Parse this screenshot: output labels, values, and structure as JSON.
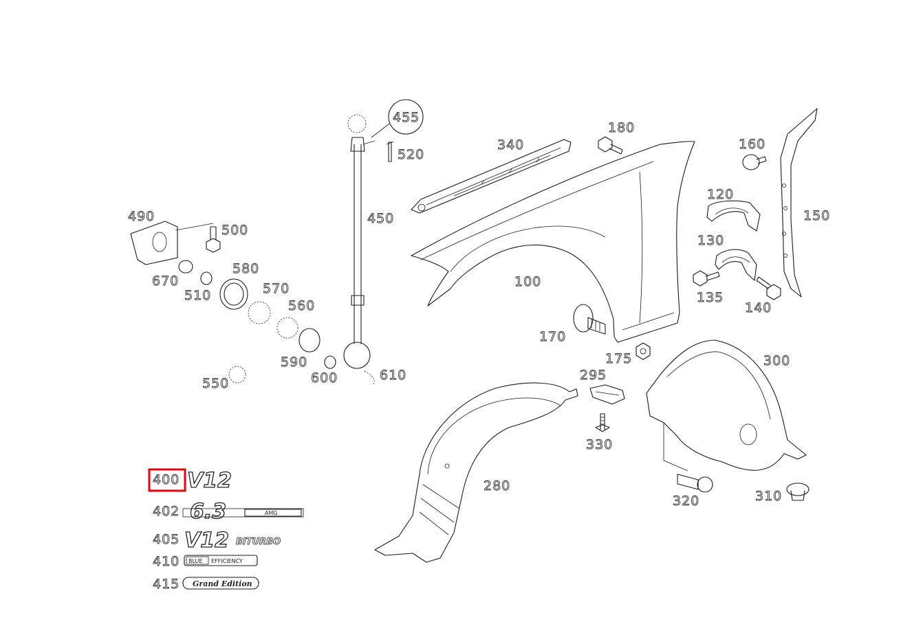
{
  "colors": {
    "highlight": "#e8000b",
    "line": "#1a1a1a",
    "background": "#ffffff"
  },
  "highlighted_part": "400",
  "labels": {
    "p100": "100",
    "p120": "120",
    "p130": "130",
    "p135": "135",
    "p140": "140",
    "p150": "150",
    "p160": "160",
    "p170": "170",
    "p175": "175",
    "p180": "180",
    "p280": "280",
    "p295": "295",
    "p300": "300",
    "p310": "310",
    "p320": "320",
    "p330": "330",
    "p340": "340",
    "p400": "400",
    "p402": "402",
    "p405": "405",
    "p410": "410",
    "p415": "415",
    "p450": "450",
    "p455": "455",
    "p490": "490",
    "p500": "500",
    "p510": "510",
    "p520": "520",
    "p550": "550",
    "p560": "560",
    "p570": "570",
    "p580": "580",
    "p590": "590",
    "p600": "600",
    "p610": "610",
    "p670": "670"
  },
  "emblems": {
    "v12": "V12",
    "six_three": "6.3",
    "amg": "AMG",
    "v12_biturbo_main": "V12",
    "biturbo": "BITURBO",
    "blue": "BLUE",
    "efficiency": "EFFICIENCY",
    "grand_edition": "Grand Edition"
  }
}
